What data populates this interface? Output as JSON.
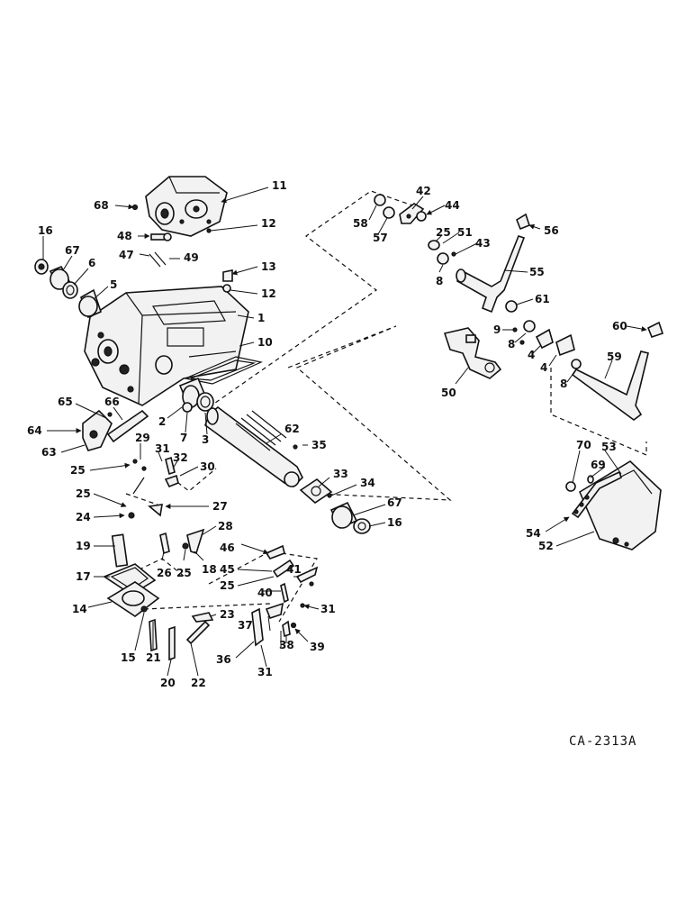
{
  "drawing_number": "CA-2313A",
  "callouts": {
    "c1": "1",
    "c2": "2",
    "c3": "3",
    "c4a": "4",
    "c4b": "4",
    "c5": "5",
    "c6": "6",
    "c7": "7",
    "c8a": "8",
    "c8b": "8",
    "c8c": "8",
    "c9": "9",
    "c10": "10",
    "c11": "11",
    "c12a": "12",
    "c12b": "12",
    "c13": "13",
    "c14": "14",
    "c15": "15",
    "c16a": "16",
    "c16b": "16",
    "c17": "17",
    "c18": "18",
    "c19": "19",
    "c20": "20",
    "c21": "21",
    "c22": "22",
    "c23": "23",
    "c24": "24",
    "c25a": "25",
    "c25b": "25",
    "c25c": "25",
    "c25d": "25",
    "c25e": "25",
    "c26": "26",
    "c27": "27",
    "c28": "28",
    "c29": "29",
    "c30": "30",
    "c31a": "31",
    "c31b": "31",
    "c31c": "31",
    "c32": "32",
    "c33": "33",
    "c34": "34",
    "c35": "35",
    "c36": "36",
    "c37": "37",
    "c38": "38",
    "c39": "39",
    "c40": "40",
    "c41": "41",
    "c42": "42",
    "c43": "43",
    "c44": "44",
    "c45": "45",
    "c46": "46",
    "c47": "47",
    "c48": "48",
    "c49": "49",
    "c50": "50",
    "c51": "51",
    "c52": "52",
    "c53": "53",
    "c54": "54",
    "c55": "55",
    "c56": "56",
    "c57": "57",
    "c58": "58",
    "c59": "59",
    "c60": "60",
    "c61": "61",
    "c62": "62",
    "c63": "63",
    "c64": "64",
    "c65": "65",
    "c66": "66",
    "c67a": "67",
    "c67b": "67",
    "c68": "68",
    "c69": "69",
    "c70": "70"
  }
}
